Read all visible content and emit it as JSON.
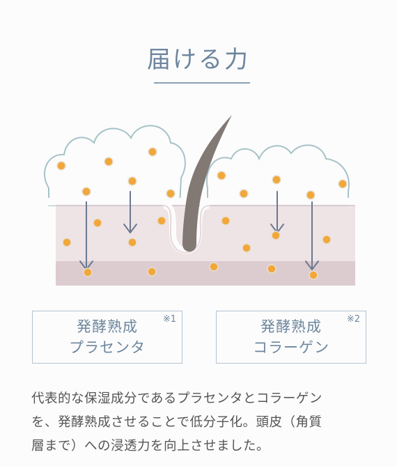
{
  "title": "届ける力",
  "ingredients": [
    {
      "line1": "発酵熟成",
      "line2": "プラセンタ",
      "note": "※1"
    },
    {
      "line1": "発酵熟成",
      "line2": "コラーゲン",
      "note": "※2"
    }
  ],
  "description": {
    "line1": "代表的な保湿成分であるプラセンタとコラーゲン",
    "line2": "を、発酵熟成させることで低分子化。頭皮（角質",
    "line3": "層まで）への浸透力を向上させました。"
  },
  "colors": {
    "accent": "#6d869e",
    "foam_outline": "#a7c2c8",
    "skin_upper": "#eee3e5",
    "skin_lower": "#dccbcf",
    "hair": "#827874",
    "particle": "#f2a73b",
    "arrow": "#6a7890"
  }
}
